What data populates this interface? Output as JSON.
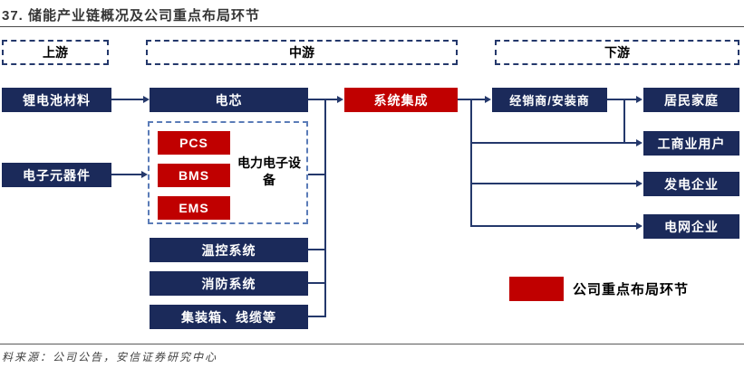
{
  "figure": {
    "title": "37. 储能产业链概况及公司重点布局环节",
    "source": "料来源：公司公告，安信证券研究中心"
  },
  "stages": {
    "upstream": "上游",
    "midstream": "中游",
    "downstream": "下游"
  },
  "nodes": {
    "lithium_materials": "锂电池材料",
    "electronic_components": "电子元器件",
    "battery_cell": "电芯",
    "pcs": "PCS",
    "bms": "BMS",
    "ems": "EMS",
    "power_electronics_label": "电力电子设备",
    "thermal_system": "温控系统",
    "fire_system": "消防系统",
    "container_cables": "集装箱、线缆等",
    "system_integration": "系统集成",
    "distributor_installer": "经销商/安装商",
    "residential": "居民家庭",
    "commercial_users": "工商业用户",
    "power_generation": "发电企业",
    "grid_companies": "电网企业"
  },
  "legend": {
    "label": "公司重点布局环节",
    "highlight_color": "#C00000"
  },
  "colors": {
    "node_navy": "#1B2A5A",
    "highlight_red": "#C00000",
    "connector": "#24386B"
  }
}
